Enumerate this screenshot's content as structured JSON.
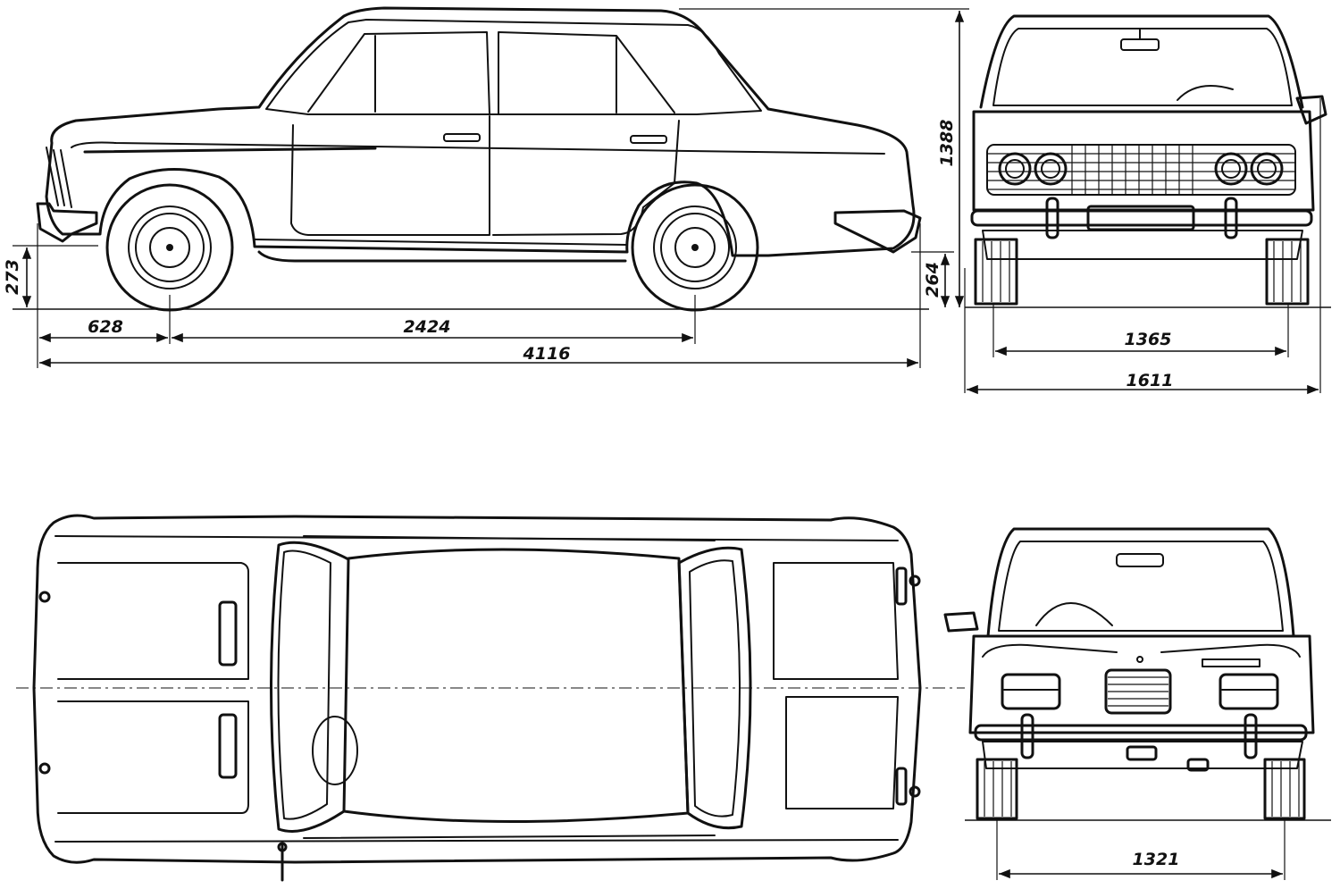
{
  "dimensions": {
    "front_overhang": "628",
    "wheelbase": "2424",
    "overall_length": "4116",
    "ground_clearance_front": "273",
    "ground_clearance_rear": "264",
    "overall_height": "1388",
    "front_track": "1365",
    "overall_width": "1611",
    "rear_track": "1321"
  }
}
